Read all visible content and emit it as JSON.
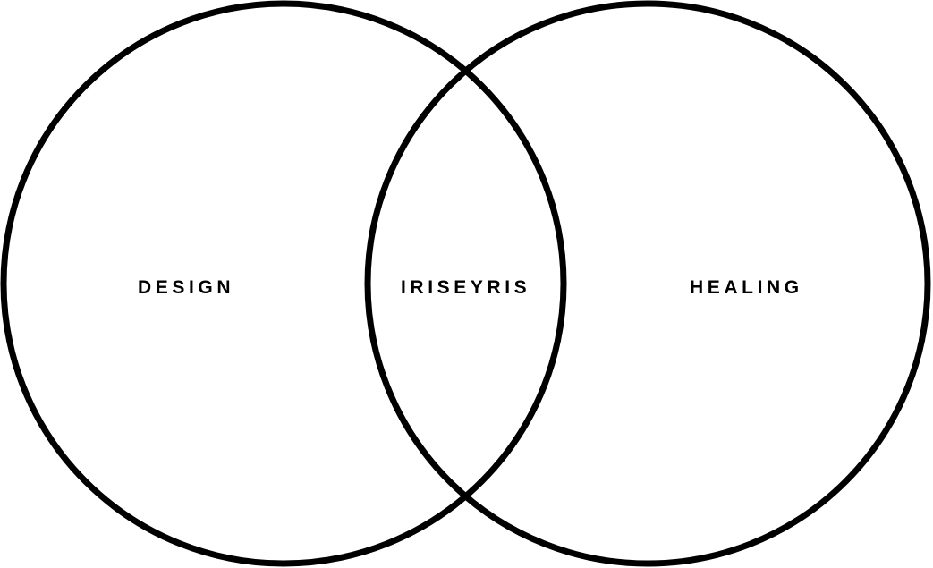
{
  "diagram": {
    "type": "venn",
    "sets": [
      {
        "label": "DESIGN"
      },
      {
        "label": "HEALING"
      }
    ],
    "intersection_label": "IRISEYRIS",
    "colors": {
      "stroke": "#000000",
      "background": "#ffffff",
      "text": "#000000"
    }
  }
}
